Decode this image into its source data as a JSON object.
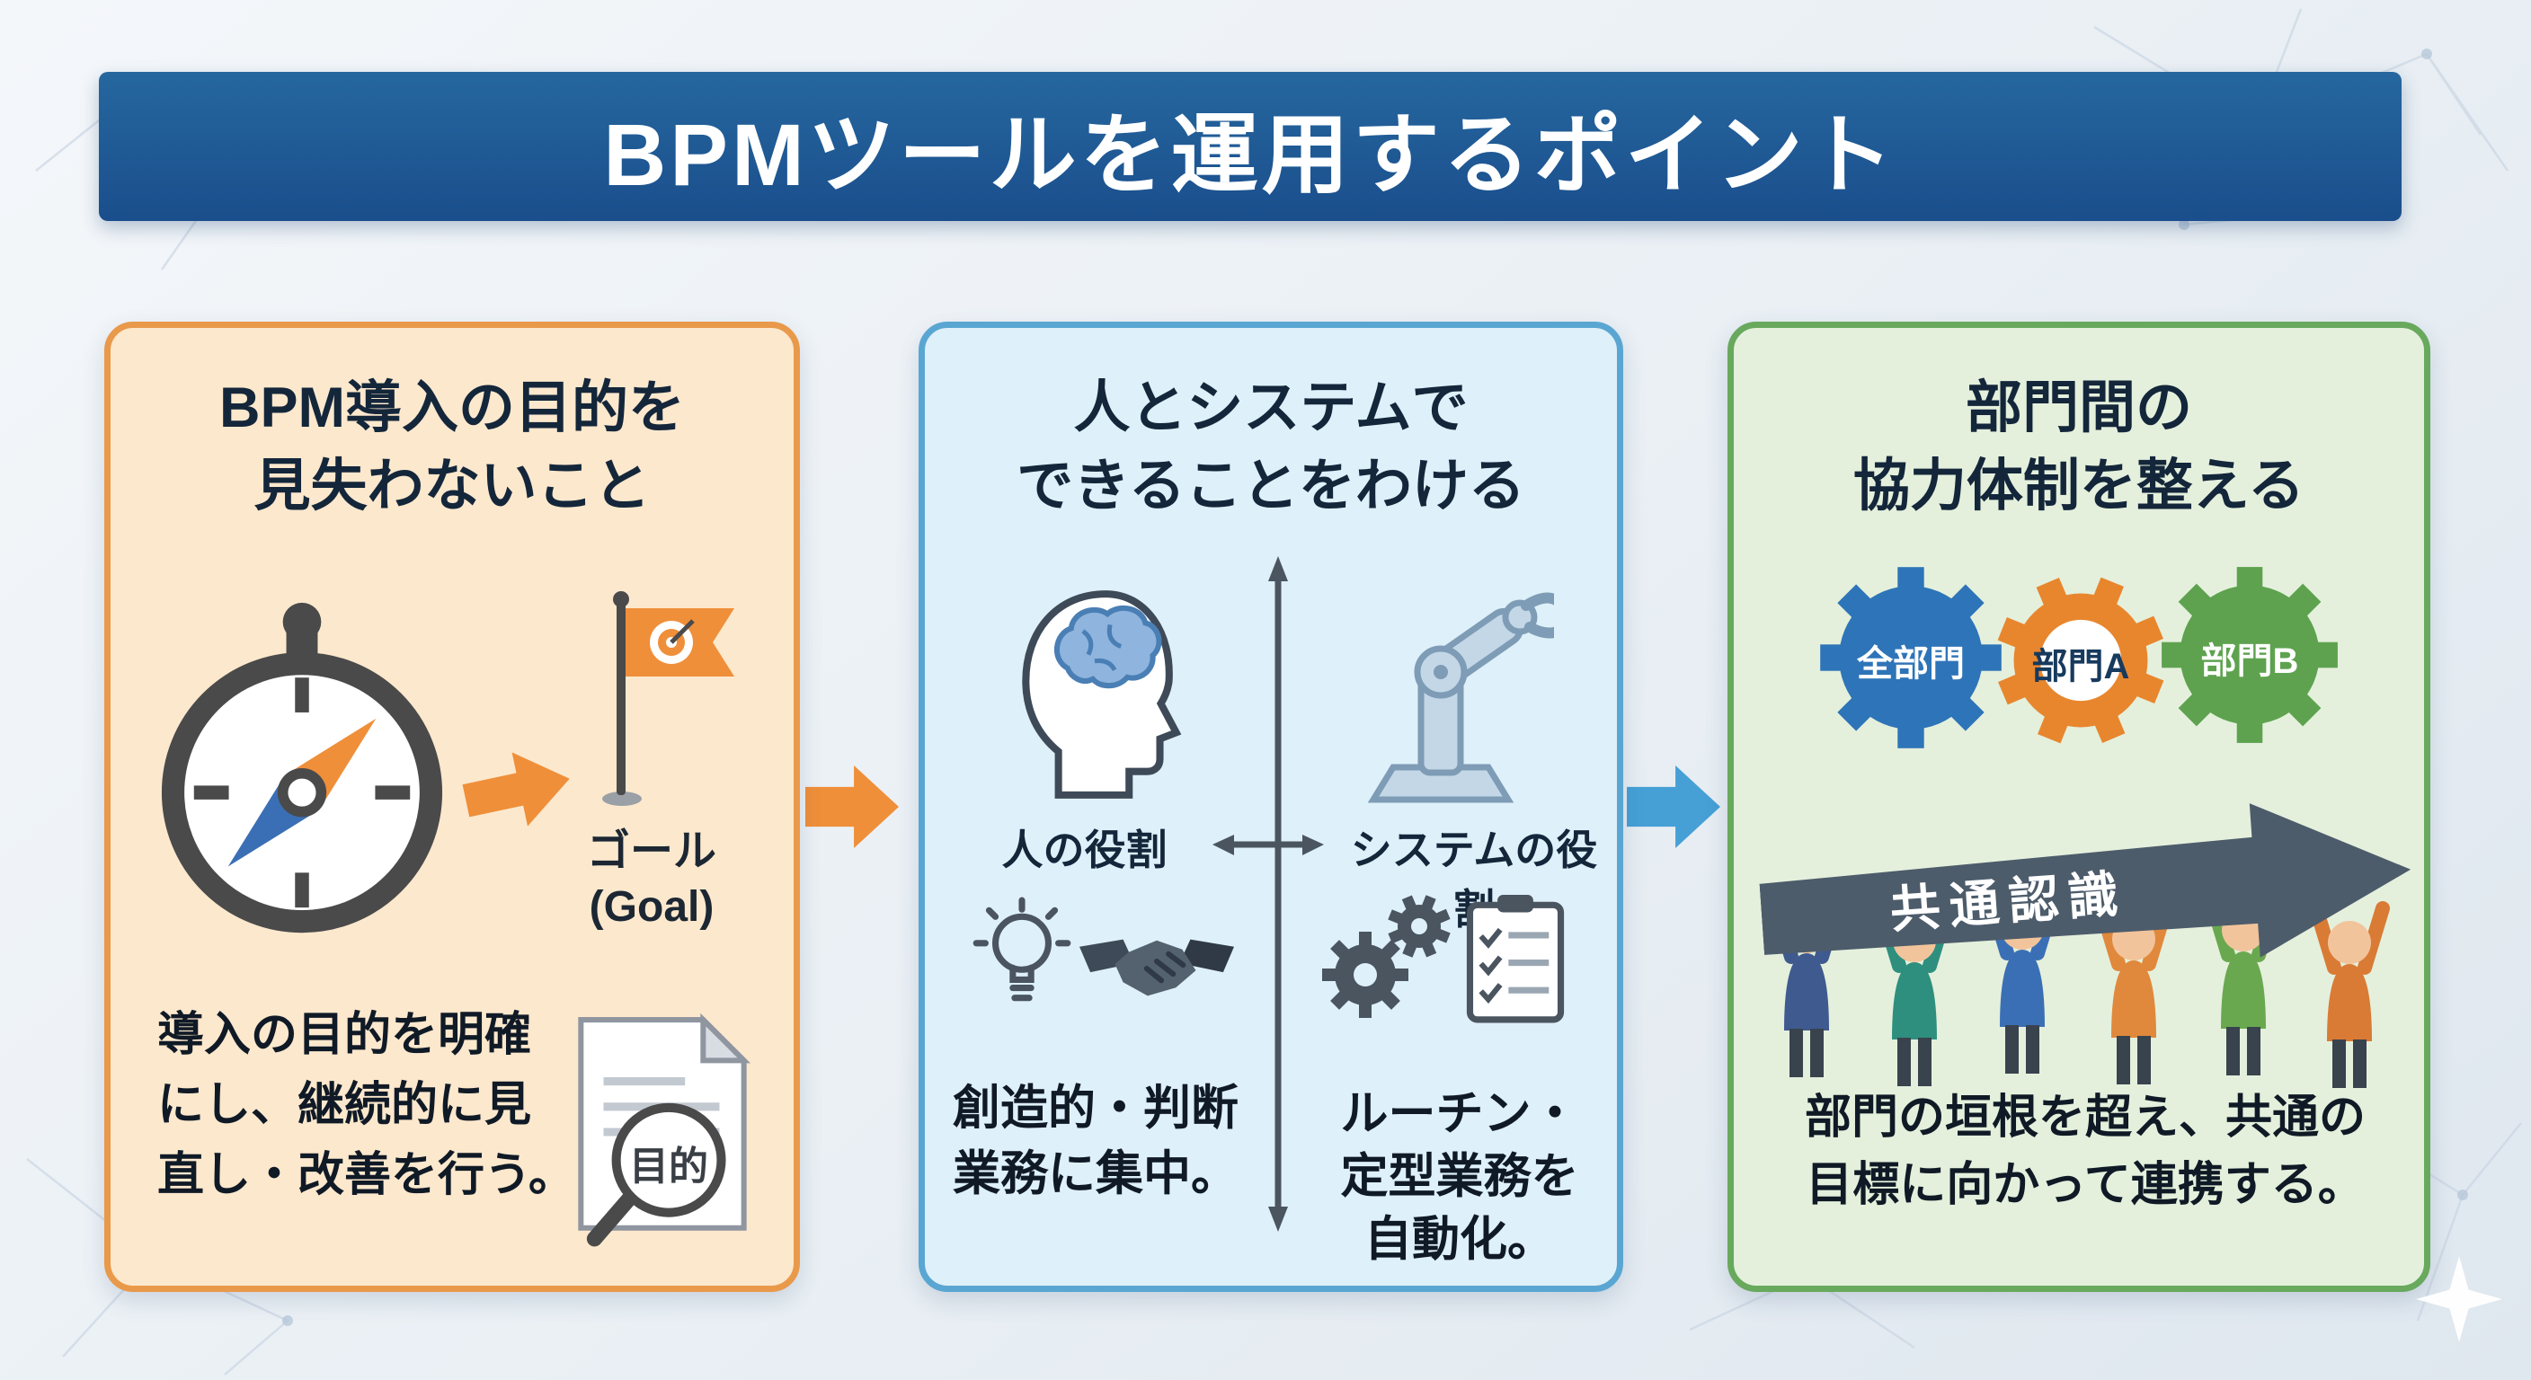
{
  "title": "BPMツールを運用するポイント",
  "panel1": {
    "heading_line1": "BPM導入の目的を",
    "heading_line2": "見失わないこと",
    "goal_line1": "ゴール",
    "goal_line2": "(Goal)",
    "doc_label": "目的",
    "body_line1": "導入の目的を明確",
    "body_line2": "にし、継続的に見",
    "body_line3": "直し・改善を行う。"
  },
  "panel2": {
    "heading_line1": "人とシステムで",
    "heading_line2": "できることをわける",
    "human_label": "人の役割",
    "system_label": "システムの役割",
    "human_line1": "創造的・判断",
    "human_line2": "業務に集中。",
    "system_line1": "ルーチン・",
    "system_line2": "定型業務を",
    "system_line3": "自動化。"
  },
  "panel3": {
    "heading_line1": "部門間の",
    "heading_line2": "協力体制を整える",
    "gear_all": "全部門",
    "gear_a": "部門A",
    "gear_b": "部門B",
    "banner": "共通認識",
    "body_line1": "部門の垣根を超え、共通の",
    "body_line2": "目標に向かって連携する。"
  },
  "colors": {
    "title_bar": "#1d5a9e",
    "panel1_border": "#e9994a",
    "panel1_bg": "#fce8cd",
    "panel2_border": "#5aa6d2",
    "panel2_bg": "#def0f9",
    "panel3_border": "#68a95d",
    "panel3_bg": "#e4f0dc",
    "arrow_orange": "#ef8f3a",
    "arrow_blue": "#46a0d6",
    "gear_blue": "#2e74b8",
    "gear_orange": "#e8862e",
    "gear_green": "#5ea24f",
    "banner_bg": "#4d5c6b"
  }
}
